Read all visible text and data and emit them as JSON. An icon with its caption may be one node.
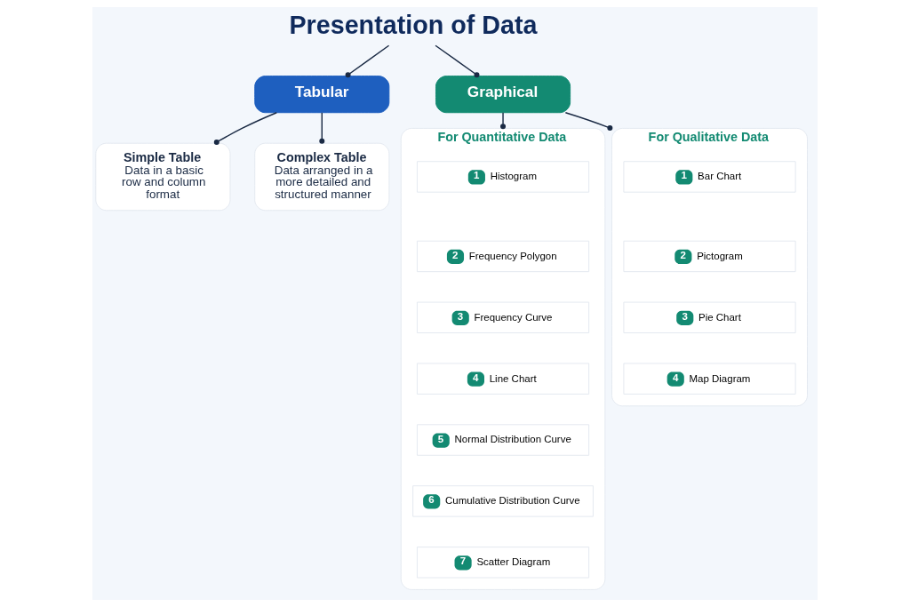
{
  "diagram": {
    "nodes": [
      {
        "text": [
          "Presentation of Data"
        ]
      },
      {
        "text": [
          "Tabular"
        ]
      },
      {
        "text": [
          "Graphical"
        ]
      },
      {
        "text": [
          "Simple Table",
          "Data in a basic row and column format"
        ]
      },
      {
        "text": [
          "Complex Table",
          "Data arranged in a more detailed and structured manner"
        ]
      },
      {
        "text": [
          "For Quantitative Data"
        ]
      },
      {
        "text": [
          "For Qualitative Data"
        ]
      },
      {
        "text": [
          "1",
          "Histogram"
        ],
        "in": 5
      },
      {
        "text": [
          "2",
          "Frequency Polygon"
        ],
        "in": 5
      },
      {
        "text": [
          "3",
          "Frequency Curve"
        ],
        "in": 5
      },
      {
        "text": [
          "4",
          "Line Chart"
        ],
        "in": 5
      },
      {
        "text": [
          "5",
          "Normal Distribution Curve"
        ],
        "in": 5
      },
      {
        "text": [
          "6",
          "Cumulative Distribution Curve"
        ],
        "in": 5
      },
      {
        "text": [
          "7",
          "Scatter Diagram"
        ],
        "in": 5
      },
      {
        "text": [
          "1",
          "Bar Chart"
        ],
        "in": 6
      },
      {
        "text": [
          "2",
          "Pictogram"
        ],
        "in": 6
      },
      {
        "text": [
          "3",
          "Pie Chart"
        ],
        "in": 6
      },
      {
        "text": [
          "4",
          "Map Diagram"
        ],
        "in": 6
      }
    ],
    "edges": [
      {
        "from": 0,
        "to": 1,
        "arrow": "other"
      },
      {
        "from": 0,
        "to": 2,
        "arrow": "other"
      },
      {
        "from": 1,
        "to": 3,
        "arrow": "other"
      },
      {
        "from": 1,
        "to": 4,
        "arrow": "other"
      },
      {
        "from": 2,
        "to": 5,
        "arrow": "other"
      },
      {
        "from": 2,
        "to": 6,
        "arrow": "other"
      }
    ]
  }
}
